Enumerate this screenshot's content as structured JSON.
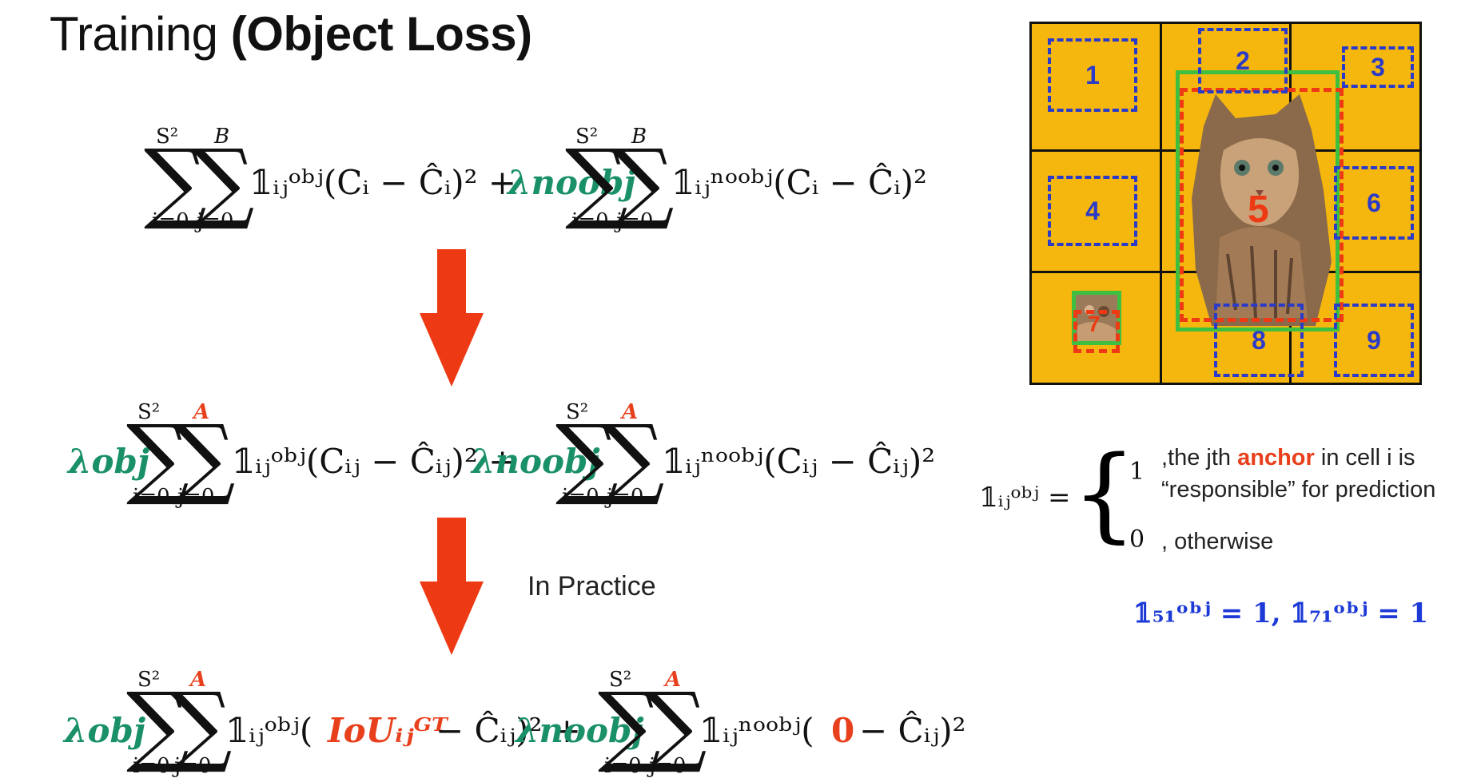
{
  "slide": {
    "title_plain": "Training ",
    "title_bold": "(Object Loss)"
  },
  "equation1": {
    "sum1_upper": "S²",
    "sum2_upper": "B",
    "sum1_lower": "i=0",
    "sum2_lower": "j=0",
    "term1": "𝟙ᵢⱼᵒᵇʲ(Cᵢ − Ĉᵢ)² +",
    "lambda_noobj": "λnoobj",
    "sum3_upper": "S²",
    "sum4_upper": "B",
    "sum3_lower": "i=0",
    "sum4_lower": "j=0",
    "term2": "𝟙ᵢⱼⁿᵒᵒᵇʲ(Cᵢ − Ĉᵢ)²"
  },
  "equation2": {
    "lambda_obj": "λobj",
    "sum1_upper": "S²",
    "sum2_upper": "A",
    "sum1_lower": "i=0",
    "sum2_lower": "j=0",
    "term1": "𝟙ᵢⱼᵒᵇʲ(Cᵢⱼ − Ĉᵢⱼ)² +",
    "lambda_noobj": "λnoobj",
    "sum3_upper": "S²",
    "sum4_upper": "A",
    "sum3_lower": "i=0",
    "sum4_lower": "j=0",
    "term2": "𝟙ᵢⱼⁿᵒᵒᵇʲ(Cᵢⱼ − Ĉᵢⱼ)²"
  },
  "in_practice_label": "In Practice",
  "equation3": {
    "lambda_obj": "λobj",
    "sum1_upper": "S²",
    "sum2_upper": "A",
    "sum1_lower": "i=0",
    "sum2_lower": "j=0",
    "indicator1": "𝟙ᵢⱼᵒᵇʲ(",
    "iou": "IoUᵢⱼᴳᵀ",
    "term1_rest": "− Ĉᵢⱼ)² +",
    "lambda_noobj": "λnoobj",
    "sum3_upper": "S²",
    "sum4_upper": "A",
    "sum3_lower": "i=0",
    "sum4_lower": "j=0",
    "indicator2": "𝟙ᵢⱼⁿᵒᵒᵇʲ(",
    "zero": "0",
    "term2_rest": "− Ĉᵢⱼ)²"
  },
  "grid": {
    "anchors": [
      "1",
      "2",
      "3",
      "4",
      "5",
      "6",
      "7",
      "8",
      "9"
    ]
  },
  "definition": {
    "lhs": "𝟙ᵢⱼᵒᵇʲ =",
    "case1_value": "1",
    "case1_text_pre": ",the  jth ",
    "case1_anchor": "anchor",
    "case1_text_post": " in cell i is",
    "case1_line2": "“responsible” for prediction",
    "case0_value": "0",
    "case0_text": ", otherwise",
    "example": "𝟙₅₁ᵒᵇʲ = 1, 𝟙₇₁ᵒᵇʲ = 1"
  },
  "colors": {
    "lambda_green": "#1a9068",
    "highlight_red": "#e8401c",
    "anchor_blue": "#2b3bc8",
    "grid_orange": "#f5b70e",
    "arrow_red": "#ee3a14"
  }
}
